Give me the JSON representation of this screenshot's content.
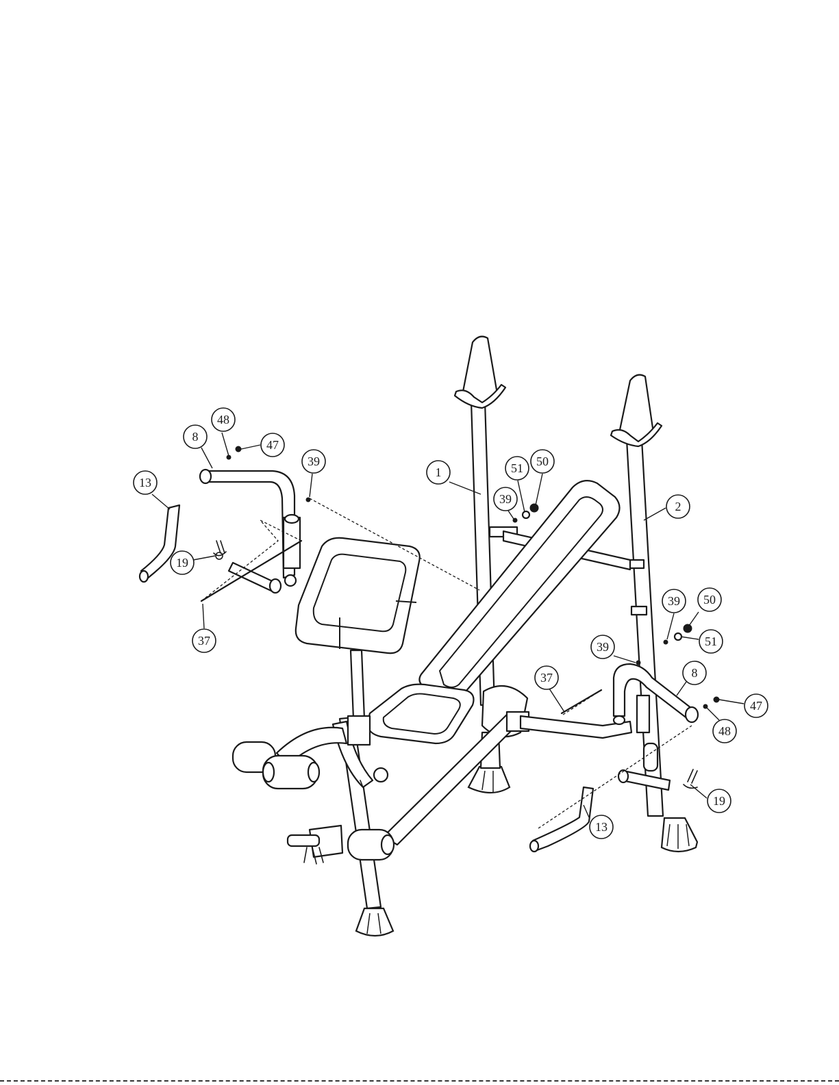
{
  "colors": {
    "line": "#1a1a1a",
    "background": "#ffffff"
  },
  "callouts": [
    {
      "id": "c13-left",
      "label": "13"
    },
    {
      "id": "c8-left",
      "label": "8"
    },
    {
      "id": "c48-left",
      "label": "48"
    },
    {
      "id": "c47-left",
      "label": "47"
    },
    {
      "id": "c39-left",
      "label": "39"
    },
    {
      "id": "c19-left",
      "label": "19"
    },
    {
      "id": "c37-left",
      "label": "37"
    },
    {
      "id": "c1",
      "label": "1"
    },
    {
      "id": "c39-mid",
      "label": "39"
    },
    {
      "id": "c51-top",
      "label": "51"
    },
    {
      "id": "c50-top",
      "label": "50"
    },
    {
      "id": "c2",
      "label": "2"
    },
    {
      "id": "c39-right-upper",
      "label": "39"
    },
    {
      "id": "c50-right",
      "label": "50"
    },
    {
      "id": "c51-right",
      "label": "51"
    },
    {
      "id": "c39-right-lower",
      "label": "39"
    },
    {
      "id": "c37-right",
      "label": "37"
    },
    {
      "id": "c8-right",
      "label": "8"
    },
    {
      "id": "c47-right",
      "label": "47"
    },
    {
      "id": "c48-right",
      "label": "48"
    },
    {
      "id": "c19-right",
      "label": "19"
    },
    {
      "id": "c13-right",
      "label": "13"
    }
  ]
}
